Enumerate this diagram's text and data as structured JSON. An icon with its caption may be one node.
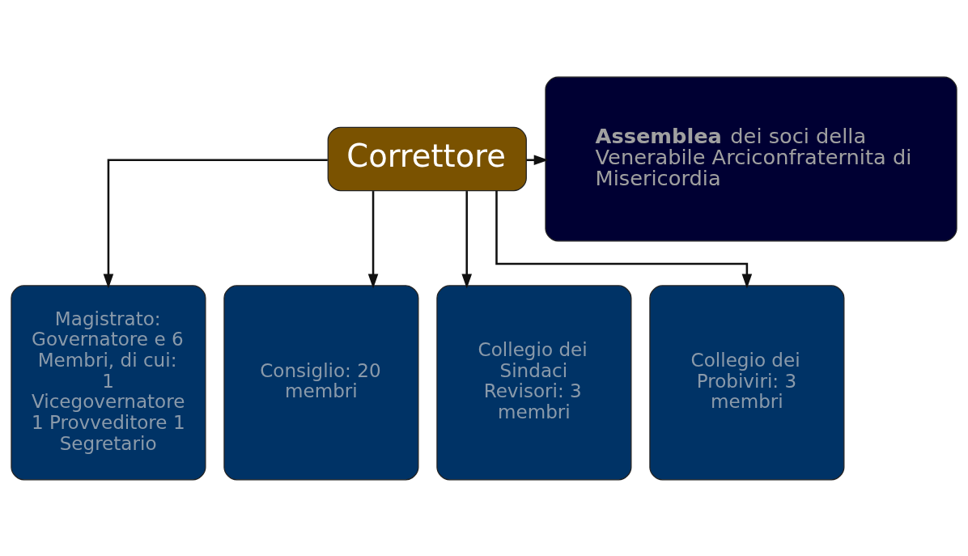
{
  "diagram": {
    "nodes": [
      {
        "text": [
          "Correttore"
        ]
      },
      {
        "text": [
          "**Assemblea** dei soci della Venerabile Arciconfraternita di Misericordia"
        ]
      },
      {
        "text": [
          "Magistrato: Governatore e 6 Membri, di cui: 1 Vicegovernatore 1 Provveditore 1 Segretario"
        ]
      },
      {
        "text": [
          "Consiglio: 20 membri"
        ]
      },
      {
        "text": [
          "Collegio dei Sindaci Revisori: 3 membri"
        ]
      },
      {
        "text": [
          "Collegio dei Probiviri: 3 membri"
        ]
      }
    ],
    "edges": [
      {
        "from": 0,
        "to": 1,
        "arrow": "to"
      },
      {
        "from": 0,
        "to": 2,
        "arrow": "to"
      },
      {
        "from": 0,
        "to": 3,
        "arrow": "to"
      },
      {
        "from": 0,
        "to": 4,
        "arrow": "to"
      },
      {
        "from": 0,
        "to": 5,
        "arrow": "to"
      }
    ]
  }
}
